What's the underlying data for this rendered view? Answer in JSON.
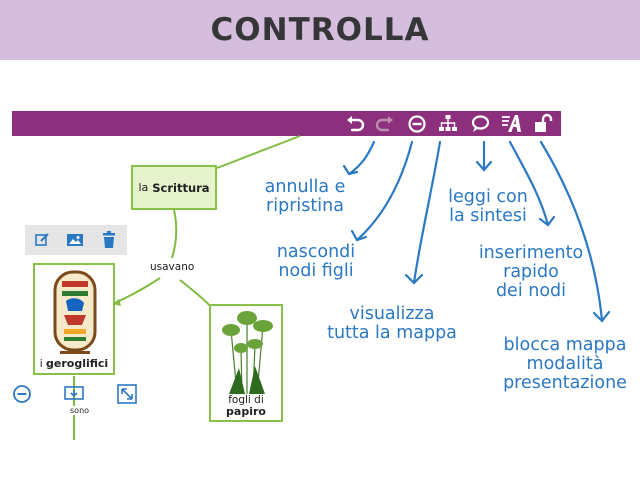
{
  "header": {
    "title": "CONTROLLA"
  },
  "toolbar": {
    "icons": [
      "undo-icon",
      "redo-icon",
      "collapse-nodes-icon",
      "hierarchy-icon",
      "speech-bubble-icon",
      "quick-insert-icon",
      "unlock-icon"
    ]
  },
  "callouts": {
    "undo_redo": [
      "annulla e",
      "ripristina"
    ],
    "hide_children": [
      "nascondi",
      "nodi figli"
    ],
    "show_map": [
      "visualizza",
      "tutta la mappa"
    ],
    "read_summary": [
      "leggi con",
      "la sintesi"
    ],
    "quick_insert": [
      "inserimento",
      "rapido",
      "dei nodi"
    ],
    "lock_map": [
      "blocca mappa",
      "modalità",
      "presentazione"
    ]
  },
  "map": {
    "node_main": {
      "article": "la",
      "word": "Scrittura"
    },
    "link_usavano": "usavano",
    "node_hieroglyphs": {
      "article": "i",
      "word": "geroglifici"
    },
    "node_papyrus": {
      "line1": "fogli di",
      "word": "papiro"
    },
    "link_sono": "sono"
  },
  "colors": {
    "header": "#d5bedd",
    "toolbar": "#8c2f7d",
    "callout": "#2b78c3",
    "node_border": "#88c148",
    "node_fill": "#e6f2cc",
    "edit_bar": "#e5e5e5",
    "action_icon": "#2b78c3"
  }
}
